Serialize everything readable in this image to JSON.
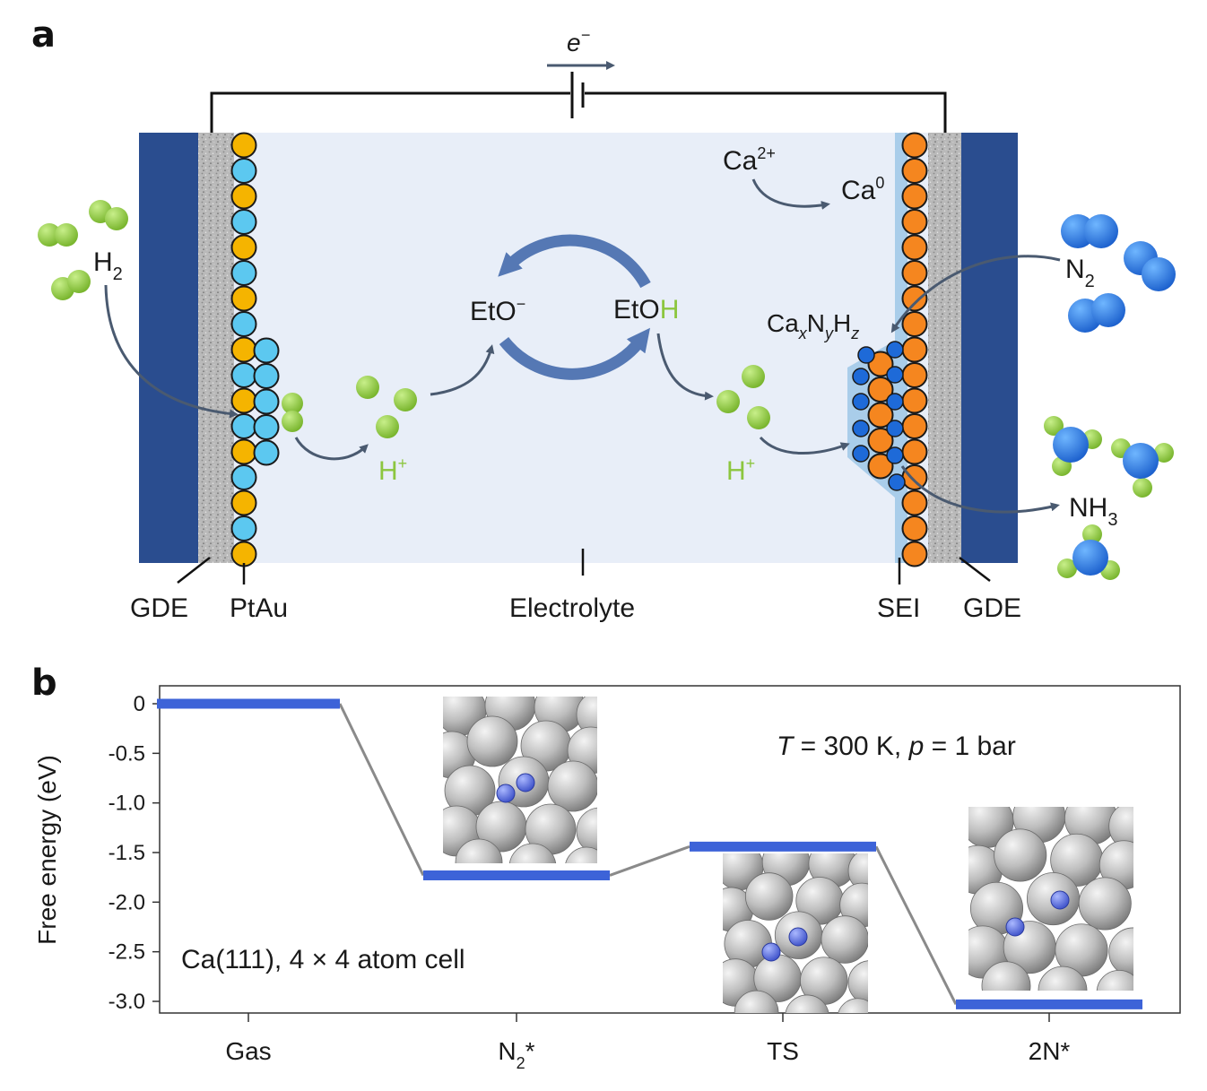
{
  "panel_a": {
    "letter": "a",
    "electron": "e",
    "electron_sup": "−",
    "labels": {
      "gde_left": "GDE",
      "ptau": "PtAu",
      "electrolyte": "Electrolyte",
      "sei": "SEI",
      "gde_right": "GDE"
    },
    "species": {
      "h2": "H",
      "h2_sub": "2",
      "n2": "N",
      "n2_sub": "2",
      "nh3": "NH",
      "nh3_sub": "3",
      "ca2": "Ca",
      "ca2_sup": "2+",
      "ca0": "Ca",
      "ca0_sup": "0",
      "etoneg": "EtO",
      "etoneg_sup": "−",
      "etoh_main": "EtO",
      "etoh_h": "H",
      "hplus_left": "H",
      "hplus_left_sup": "+",
      "hplus_right": "H",
      "hplus_right_sup": "+",
      "caxnyhz_ca": "Ca",
      "caxnyhz_x": "x",
      "caxnyhz_n": "N",
      "caxnyhz_y": "y",
      "caxnyhz_h": "H",
      "caxnyhz_z": "z"
    },
    "colors": {
      "gde": "#2a4d8f",
      "electrolyte": "#e8eef8",
      "pt_gold": "#f5b400",
      "au_blue": "#5cc8f0",
      "ca_orange": "#f5861f",
      "hydrogen": "#8cc63f",
      "nitrogen": "#1e6ad8",
      "arrow": "#4a5a70",
      "cycle": "#5578b4",
      "sei": "#a9cdea"
    }
  },
  "panel_b": {
    "letter": "b",
    "condition_T": "T",
    "condition_mid": " = 300 K, ",
    "condition_p": "p",
    "condition_end": " = 1 bar",
    "surface_note": "Ca(111), 4 × 4 atom cell"
  },
  "chart_data": {
    "type": "line",
    "ylabel": "Free energy (eV)",
    "ylim": [
      -3.15,
      0.1
    ],
    "yticks": [
      0,
      -0.5,
      -1.0,
      -1.5,
      -2.0,
      -2.5,
      -3.0
    ],
    "ytick_labels": [
      "0",
      "-0.5",
      "-1.0",
      "-1.5",
      "-2.0",
      "-2.5",
      "-3.0"
    ],
    "categories": [
      "Gas",
      "N2*",
      "TS",
      "2N*"
    ],
    "category_labels": [
      {
        "main": "Gas",
        "sub": ""
      },
      {
        "main": "N",
        "sub": "2",
        "tail": "*"
      },
      {
        "main": "TS",
        "sub": ""
      },
      {
        "main": "2N*",
        "sub": ""
      }
    ],
    "values": [
      0.0,
      -1.73,
      -1.44,
      -3.03
    ],
    "level_color": "#3d63d8",
    "connector_color": "#8a8a8a"
  }
}
